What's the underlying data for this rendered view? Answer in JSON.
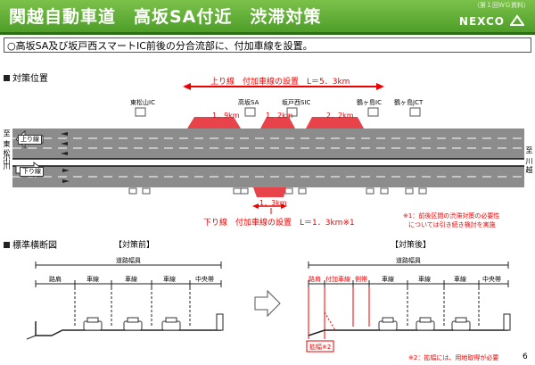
{
  "header": {
    "title": "関越自動車道　高坂SA付近　渋滞対策",
    "ref_label": "（第１回ＷＧ資料）",
    "logo": "NEXCO"
  },
  "subtitle": "○高坂SA及び坂戸西スマートIC前後の分合流部に、付加車線を設置。",
  "sections": {
    "location": "対策位置",
    "cross_section": "標準横断図"
  },
  "plan": {
    "up_label": "上り線　付加車線の設置　L＝5．3km",
    "down_label": "下り線　付加車線の設置　L＝1．3km※1",
    "segments_up": [
      "1．9km",
      "1．2km",
      "2．2km"
    ],
    "segment_down": "1．3km",
    "facilities": [
      "東松山IC",
      "高坂SA",
      "坂戸西SIC",
      "鶴ヶ島IC",
      "鶴ヶ島JCT"
    ],
    "lane_up": "上り線",
    "lane_down": "下り線",
    "left_dir": [
      "至",
      "東松山",
      "小川"
    ],
    "right_dir": [
      "至",
      "川越"
    ],
    "note_lines": [
      "※1：前後区間の渋滞対策の必要性",
      "については引き続き検討を実施"
    ]
  },
  "cross": {
    "before_title": "【対策前】",
    "after_title": "【対策後】",
    "road_width": "道路幅員",
    "before_labels": [
      "路肩",
      "車線",
      "車線",
      "車線",
      "中央帯"
    ],
    "after_labels": [
      "路肩",
      "付加車線",
      "側帯",
      "車線",
      "車線",
      "車線",
      "中央帯"
    ],
    "widening": "拡幅※2",
    "footnote": "※2：拡幅には、用地取得が必要"
  },
  "page_number": "6",
  "colors": {
    "header_green": "#5aac33",
    "accent_red": "#e00000",
    "road_gray": "#8c8c8c"
  }
}
